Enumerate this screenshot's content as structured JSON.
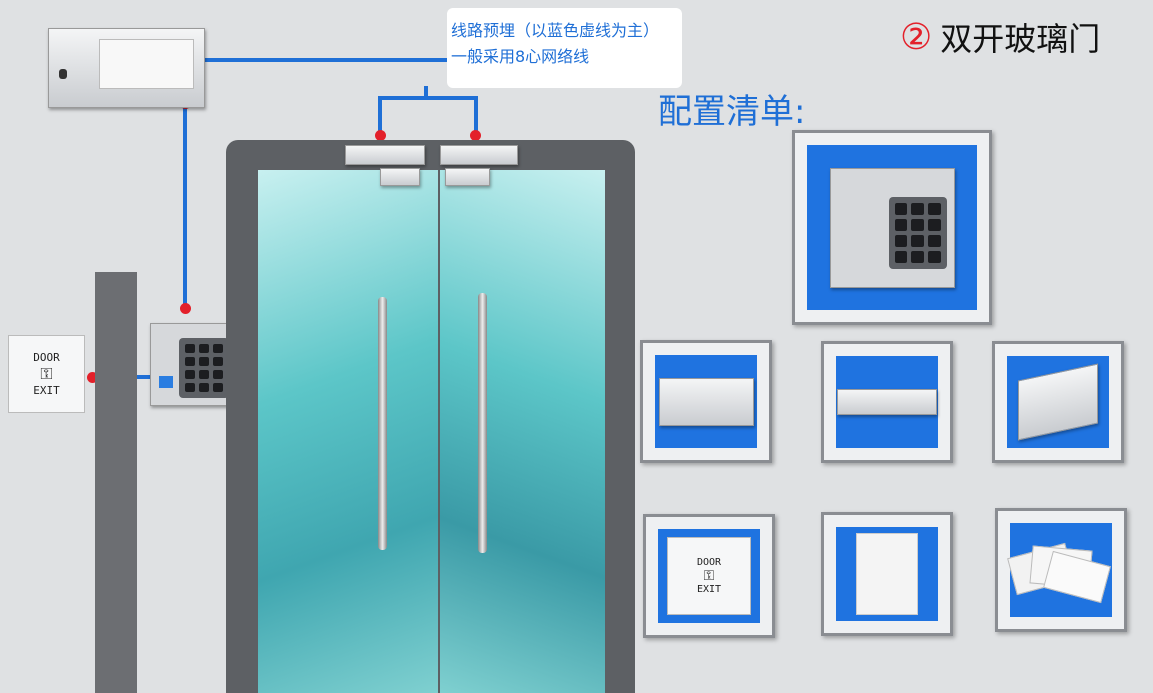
{
  "note": {
    "line1": "线路预埋（以蓝色虚线为主）",
    "line2": "一般采用8心网络线"
  },
  "title": {
    "number": "②",
    "text": "双开玻璃门"
  },
  "config_list_label": "配置清单:",
  "exit_button": {
    "top": "DOOR",
    "key": "⚿",
    "bottom": "EXIT"
  },
  "colors": {
    "wire": "#1f6fd6",
    "connection_dot": "#e3202a",
    "frame_fill": "#1f73e0",
    "title_circle": "#e3202a"
  }
}
